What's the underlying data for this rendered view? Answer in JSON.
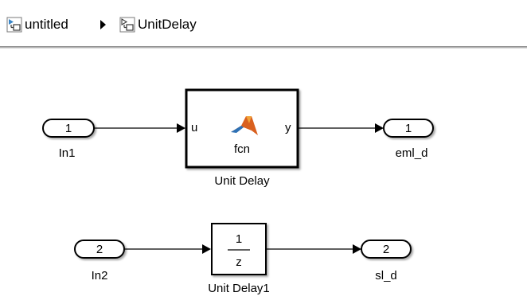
{
  "breadcrumb": {
    "root_label": "untitled",
    "child_label": "UnitDelay"
  },
  "model": {
    "inports": [
      {
        "number": "1",
        "name": "In1"
      },
      {
        "number": "2",
        "name": "In2"
      }
    ],
    "outports": [
      {
        "number": "1",
        "name": "eml_d"
      },
      {
        "number": "2",
        "name": "sl_d"
      }
    ],
    "matlab_block": {
      "input_port": "u",
      "output_port": "y",
      "function_name": "fcn",
      "block_name": "Unit Delay"
    },
    "unit_delay_block": {
      "numerator": "1",
      "denominator": "z",
      "block_name": "Unit Delay1"
    }
  },
  "colors": {
    "matlab_logo_orange": "#d9601f",
    "matlab_logo_blue": "#2e71b5",
    "breadcrumb_icon_blue": "#3a86c8"
  }
}
